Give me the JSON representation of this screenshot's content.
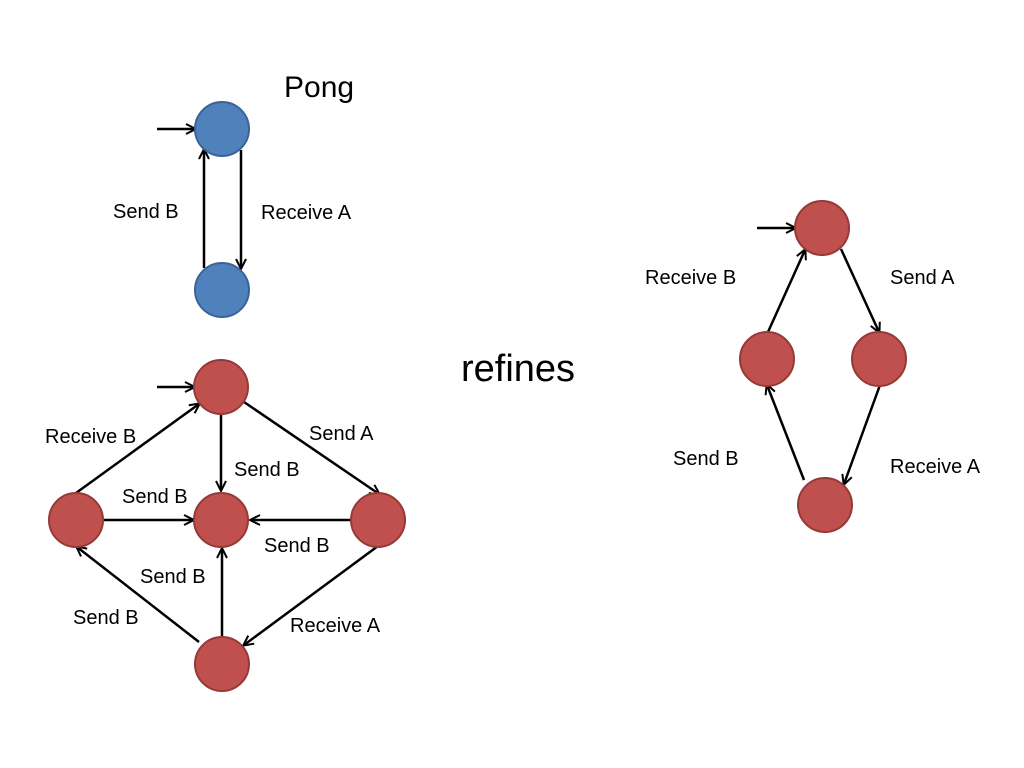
{
  "pong": {
    "title": "Pong",
    "edges": {
      "send_b": "Send B",
      "receive_a": "Receive A"
    }
  },
  "refines_label": "refines",
  "product": {
    "edges": {
      "receive_b": "Receive B",
      "send_a": "Send A",
      "top_to_center": "Send B",
      "left_to_center": "Send B",
      "right_to_center": "Send B",
      "bottom_to_center": "Send B",
      "bottom_to_left": "Send B",
      "right_to_bottom": "Receive A"
    }
  },
  "ping": {
    "edges": {
      "receive_b": "Receive B",
      "send_a": "Send A",
      "send_b": "Send B",
      "receive_a": "Receive A"
    }
  },
  "colors": {
    "pong_node": "#4f81bd",
    "ping_node": "#c0504d",
    "edge": "#000000"
  }
}
